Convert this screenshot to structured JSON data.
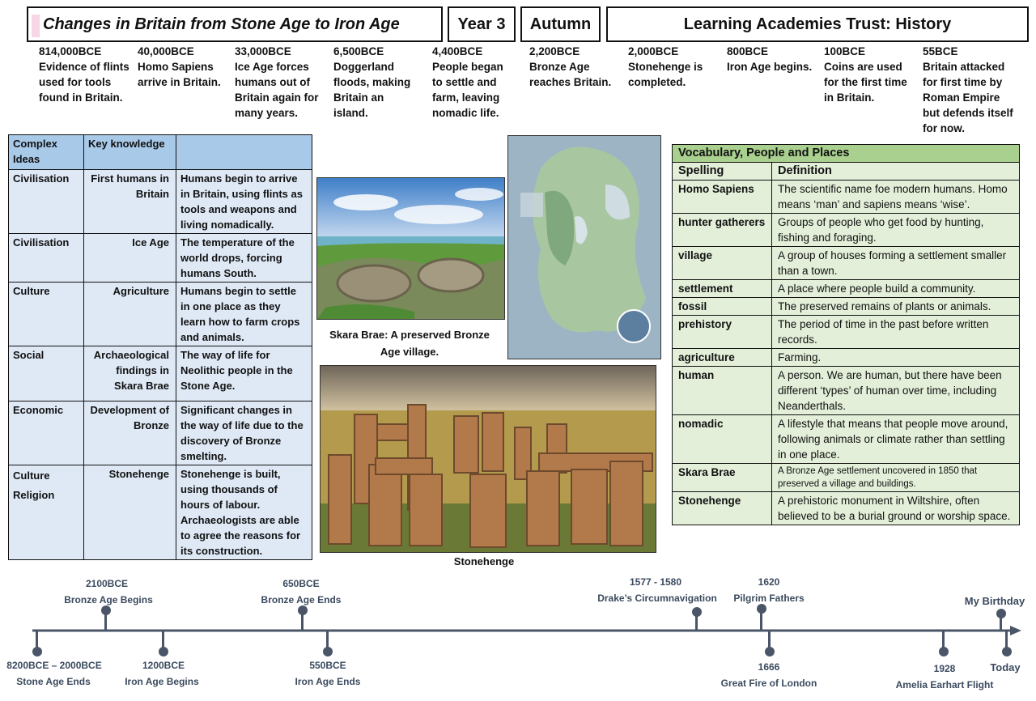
{
  "header": {
    "title": "Changes in Britain from Stone Age to Iron Age",
    "year": "Year 3",
    "term": "Autumn",
    "trust": "Learning Academies Trust:  History"
  },
  "timeline_top": [
    {
      "date": "814,000BCE",
      "text": "Evidence of flints used for tools found in Britain."
    },
    {
      "date": "40,000BCE",
      "text": "Homo Sapiens arrive in Britain."
    },
    {
      "date": "33,000BCE",
      "text": "Ice Age forces humans out of Britain again for many years."
    },
    {
      "date": "6,500BCE",
      "text": "Doggerland floods, making Britain an island."
    },
    {
      "date": "4,400BCE",
      "text": "People began to settle and farm, leaving nomadic life."
    },
    {
      "date": "2,200BCE",
      "text": "Bronze Age reaches Britain."
    },
    {
      "date": "2,000BCE",
      "text": "Stonehenge is completed."
    },
    {
      "date": "800BCE",
      "text": "Iron Age begins."
    },
    {
      "date": "100BCE",
      "text": "Coins are used for the first time in Britain."
    },
    {
      "date": "55BCE",
      "text": "Britain attacked for first time by Roman Empire but defends itself for now."
    }
  ],
  "ideas": {
    "header_c1": "Complex Ideas",
    "header_c2": "Key knowledge",
    "rows": [
      {
        "c1": "Civilisation",
        "c2": "First humans in Britain",
        "c3": "Humans begin to arrive in Britain, using flints as tools and weapons and living nomadically."
      },
      {
        "c1": "Civilisation",
        "c2": "Ice Age",
        "c3": "The temperature of the world drops, forcing humans South."
      },
      {
        "c1": "Culture",
        "c2": "Agriculture",
        "c3": "Humans begin to settle in one place as they learn how to farm crops and animals."
      },
      {
        "c1": "Social",
        "c2": "Archaeological findings in Skara Brae",
        "c3": "The way of life for Neolithic people in the Stone Age."
      },
      {
        "c1": "Economic",
        "c2": "Development of Bronze",
        "c3": "Significant changes in the way of life due to the discovery of Bronze smelting."
      },
      {
        "c1": "Culture Religion",
        "c2": "Stonehenge",
        "c3": "Stonehenge is built, using thousands of hours of labour. Archaeologists are able to agree the reasons for its construction."
      }
    ]
  },
  "images": {
    "skara_caption": "Skara Brae: A preserved Bronze Age village.",
    "stonehenge_caption": "Stonehenge"
  },
  "vocab": {
    "title": "Vocabulary, People and Places",
    "col1": "Spelling",
    "col2": "Definition",
    "rows": [
      {
        "word": "Homo Sapiens",
        "def": "The scientific name foe modern humans. Homo means ‘man’ and sapiens means ‘wise’."
      },
      {
        "word": "hunter gatherers",
        "def": "Groups of people who get food by hunting, fishing and foraging."
      },
      {
        "word": "village",
        "def": "A group of houses forming a settlement smaller than a town."
      },
      {
        "word": "settlement",
        "def": "A  place where people build a community."
      },
      {
        "word": "fossil",
        "def": "The preserved remains of plants or animals."
      },
      {
        "word": "prehistory",
        "def": "The period of time in the past before written records."
      },
      {
        "word": "agriculture",
        "def": "Farming."
      },
      {
        "word": "human",
        "def": "A person. We are human, but there have been different ‘types’ of human over time, including Neanderthals."
      },
      {
        "word": "nomadic",
        "def": "A lifestyle that means that people move around, following animals or climate rather than settling in one place."
      },
      {
        "word": "Skara Brae",
        "def": "A Bronze Age settlement uncovered in 1850 that preserved a village and buildings."
      },
      {
        "word": "Stonehenge",
        "def": "A prehistoric monument in Wiltshire, often believed to be a burial ground or worship space."
      }
    ]
  },
  "timeline_bottom": {
    "above": [
      {
        "date": "2100BCE",
        "label": "Bronze Age Begins"
      },
      {
        "date": "650BCE",
        "label": "Bronze Age Ends"
      },
      {
        "date": "1577 - 1580",
        "label": "Drake’s Circumnavigation"
      },
      {
        "date": "1620",
        "label": "Pilgrim Fathers"
      },
      {
        "date": "",
        "label": "My Birthday"
      }
    ],
    "below": [
      {
        "date": "8200BCE – 2000BCE",
        "label": "Stone Age Ends"
      },
      {
        "date": "1200BCE",
        "label": "Iron Age Begins"
      },
      {
        "date": "550BCE",
        "label": "Iron Age Ends"
      },
      {
        "date": "1666",
        "label": "Great Fire of London"
      },
      {
        "date": "1928",
        "label": "Amelia Earhart Flight"
      },
      {
        "date": "",
        "label": "Today"
      }
    ]
  },
  "colors": {
    "ideas_header": "#a9c9e8",
    "ideas_body": "#dfe9f6",
    "vocab_header": "#a9d08e",
    "vocab_body": "#e3efd9",
    "timeline": "#4a5568"
  }
}
